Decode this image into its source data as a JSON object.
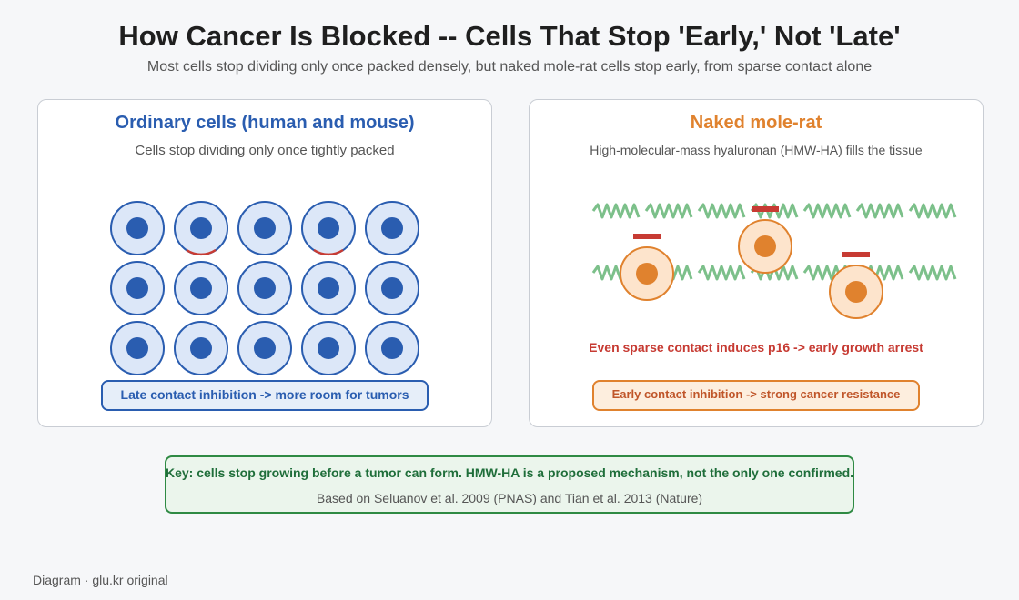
{
  "title": "How Cancer Is Blocked -- Cells That Stop 'Early,' Not 'Late'",
  "subtitle": "Most cells stop dividing only once packed densely, but naked mole-rat cells stop early, from sparse contact alone",
  "ordinary": {
    "title": "Ordinary cells (human and mouse)",
    "subtitle": "Cells stop dividing only once tightly packed",
    "grid": {
      "rows": 3,
      "cols": 5,
      "contact_marked_cells": [
        1,
        3
      ]
    },
    "badge": "Late contact inhibition -> more room for tumors"
  },
  "molerat": {
    "title": "Naked mole-rat",
    "subtitle": "High-molecular-mass hyaluronan (HMW-HA) fills the tissue",
    "cell_count": 3,
    "arrest": "Even sparse contact induces p16 -> early growth arrest",
    "badge": "Early contact inhibition -> strong cancer resistance"
  },
  "key": {
    "text": "Key: cells stop growing before a tumor can form. HMW-HA is a proposed mechanism, not the only one confirmed.",
    "reference": "Based on Seluanov et al. 2009 (PNAS) and Tian et al. 2013 (Nature)"
  },
  "footer": "Diagram · glu.kr original",
  "colors": {
    "blue": "#2a5db0",
    "blue_fill": "#dce7f8",
    "orange": "#e0822e",
    "orange_fill": "#fde4cc",
    "red": "#c73b33",
    "green": "#7cc08a"
  }
}
